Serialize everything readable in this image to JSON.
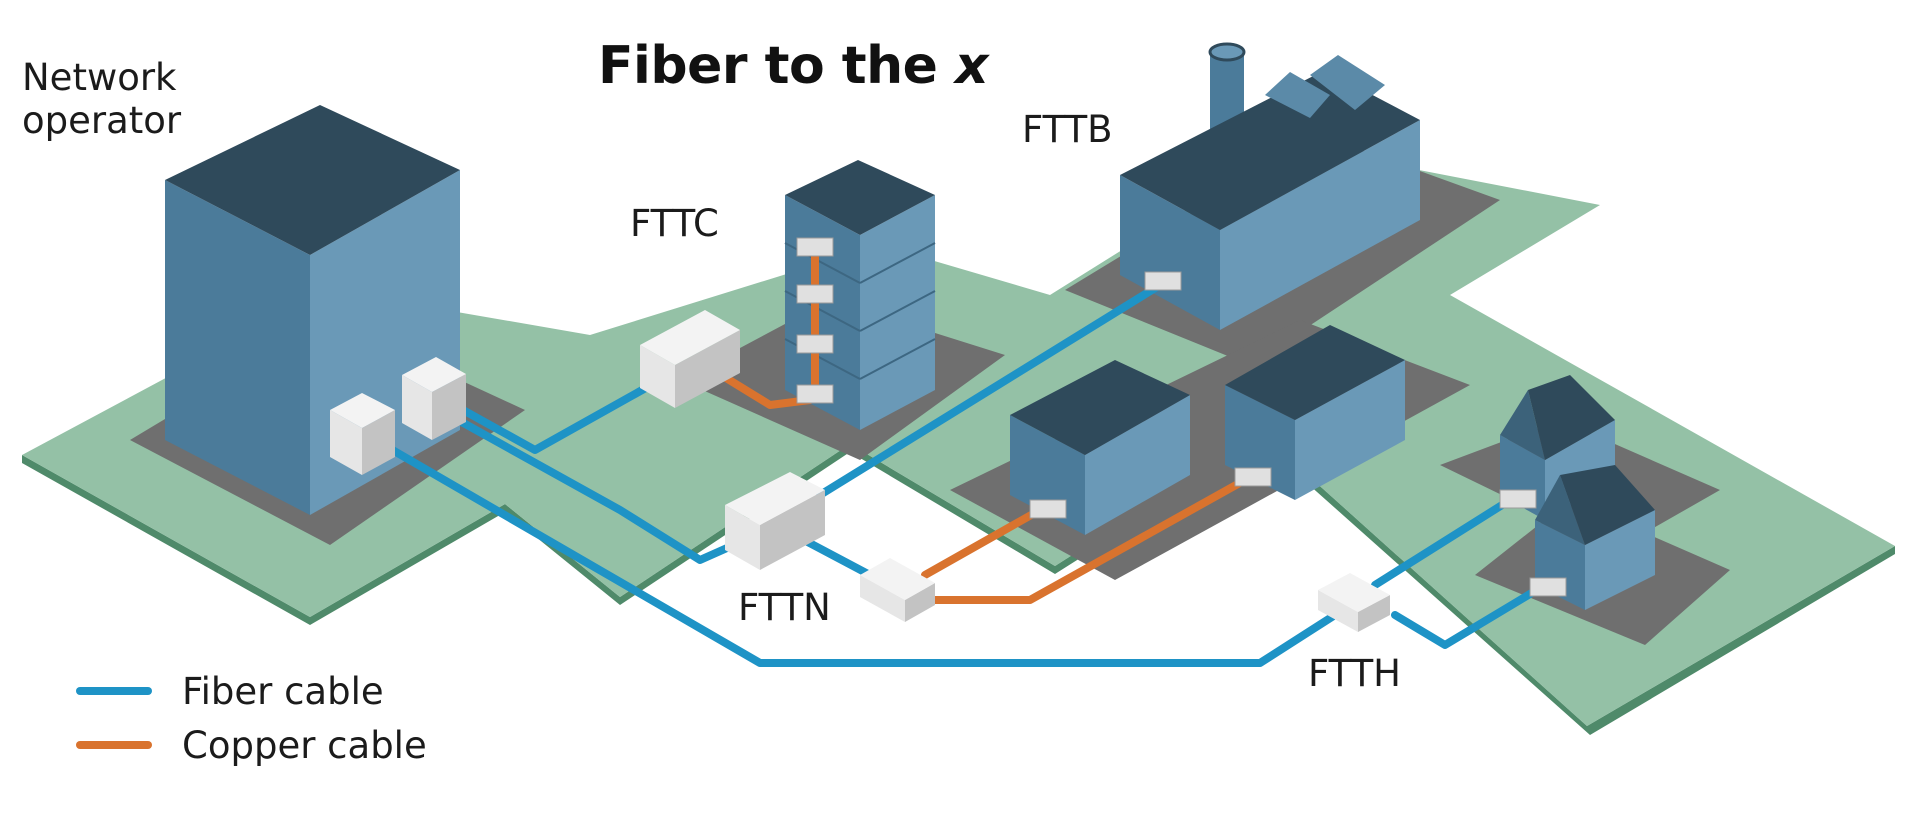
{
  "title": {
    "main": "Fiber to the",
    "x": "x"
  },
  "labels": {
    "operator_line1": "Network",
    "operator_line2": "operator",
    "fttc": "FTTC",
    "fttb": "FTTB",
    "fttn": "FTTN",
    "ftth": "FTTH"
  },
  "legend": {
    "fiber": "Fiber cable",
    "copper": "Copper cable"
  },
  "colors": {
    "fiber": "#1e93c6",
    "copper": "#d9732e",
    "ground": "#93bfa4",
    "ground_edge": "#4f8a6a",
    "pad": "#6e6e6e",
    "building_top": "#2f4a5b",
    "building_left": "#4d7c9a",
    "building_right": "#6a9ab8",
    "cabinet": "#dcdcdc"
  }
}
